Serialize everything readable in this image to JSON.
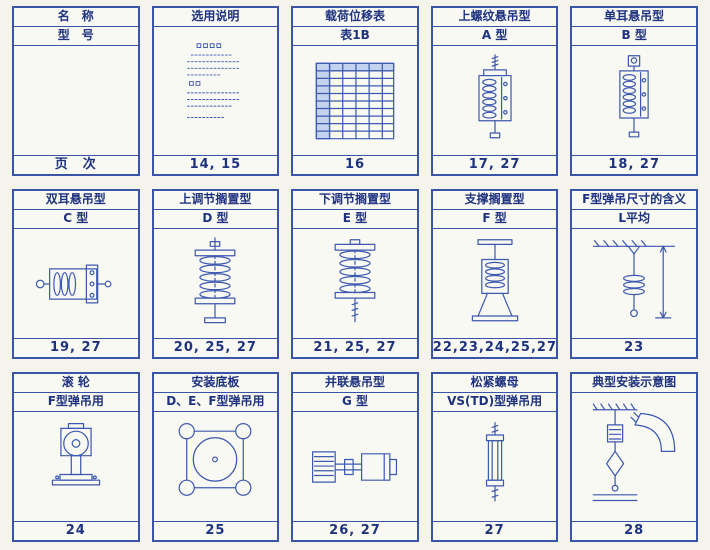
{
  "page": {
    "background": "#f4f4ec",
    "ink_color": "#1f3280",
    "line_color": "#3a55a8",
    "table_shade_color": "#c3d2ee"
  },
  "cells": [
    {
      "id": "index",
      "title1": "名　称",
      "title2": "型　号",
      "footer": "页　次",
      "drawing": "blank"
    },
    {
      "id": "selection-notes",
      "title1": "选用说明",
      "footer": "14, 15",
      "drawing": "text-page"
    },
    {
      "id": "load-table",
      "title1": "载荷位移表",
      "title2": "表1B",
      "footer": "16",
      "drawing": "data-table"
    },
    {
      "id": "type-a",
      "title1": "上螺纹悬吊型",
      "title2": "A 型",
      "footer": "17, 27",
      "drawing": "hanger-a"
    },
    {
      "id": "type-b",
      "title1": "单耳悬吊型",
      "title2": "B 型",
      "footer": "18, 27",
      "drawing": "hanger-b"
    },
    {
      "id": "type-c",
      "title1": "双耳悬吊型",
      "title2": "C 型",
      "footer": "19, 27",
      "drawing": "hanger-c"
    },
    {
      "id": "type-d",
      "title1": "上调节搁置型",
      "title2": "D 型",
      "footer": "20, 25, 27",
      "drawing": "hanger-d"
    },
    {
      "id": "type-e",
      "title1": "下调节搁置型",
      "title2": "E 型",
      "footer": "21, 25, 27",
      "drawing": "hanger-e"
    },
    {
      "id": "type-f",
      "title1": "支撑搁置型",
      "title2": "F 型",
      "footer": "22,23,24,25,27",
      "drawing": "hanger-f"
    },
    {
      "id": "f-dimensions",
      "title1": "F型弹吊尺寸的含义",
      "title2": "L平均",
      "footer": "23",
      "drawing": "dimension-diagram"
    },
    {
      "id": "roller",
      "title1": "滚 轮",
      "title2": "F型弹吊用",
      "footer": "24",
      "drawing": "roller"
    },
    {
      "id": "base-plate",
      "title1": "安装底板",
      "title2": "D、E、F型弹吊用",
      "footer": "25",
      "drawing": "base-plate"
    },
    {
      "id": "type-g",
      "title1": "并联悬吊型",
      "title2": "G 型",
      "footer": "26, 27",
      "drawing": "hanger-g"
    },
    {
      "id": "turnbuckle",
      "title1": "松紧螺母",
      "title2": "VS(TD)型弹吊用",
      "footer": "27",
      "drawing": "turnbuckle"
    },
    {
      "id": "installation",
      "title1": "典型安装示意图",
      "footer": "28",
      "drawing": "installation-diagram"
    }
  ]
}
